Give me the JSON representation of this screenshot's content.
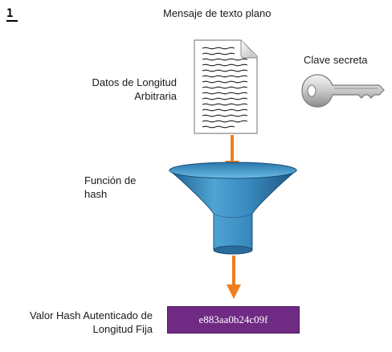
{
  "step_number": "1",
  "plaintext_title": "Mensaje de texto plano",
  "secret_key_label": "Clave secreta",
  "data_label_line1": "Datos de Longitud",
  "data_label_line2": "Arbitraria",
  "hash_function_line1": "Función de",
  "hash_function_line2": "hash",
  "result_label_line1": "Valor Hash Autenticado de",
  "result_label_line2": "Longitud Fija",
  "hash_value": "e883aa0b24c09f",
  "icons": [
    "document-icon",
    "key-icon",
    "funnel-icon",
    "arrow-down-icon"
  ],
  "colors": {
    "arrow": "#f07d1f",
    "funnel": "#3f8fc1",
    "hash_box": "#6f2a84",
    "hash_text": "#ffffff"
  }
}
